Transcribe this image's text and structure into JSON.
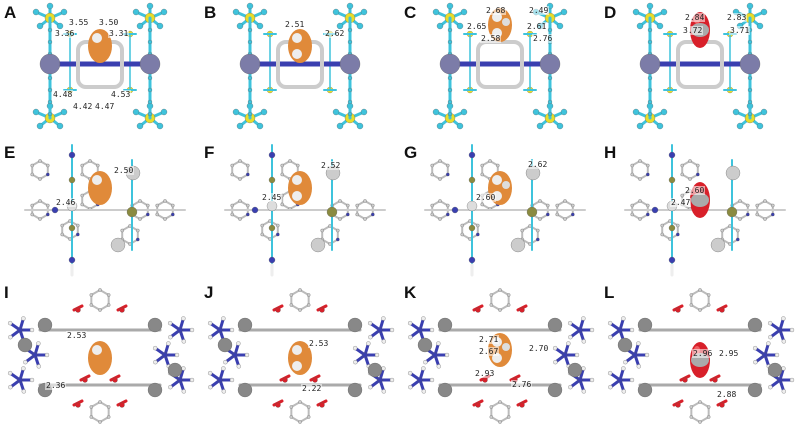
{
  "panels": [
    {
      "label": "A",
      "view": "top",
      "guest": "acetylene",
      "distances": [
        "3.55",
        "3.50",
        "3.36",
        "3.31",
        "4.48",
        "4.42",
        "4.53",
        "4.47"
      ]
    },
    {
      "label": "B",
      "view": "top",
      "guest": "ethylene",
      "distances": [
        "2.51",
        "2.62"
      ]
    },
    {
      "label": "C",
      "view": "top",
      "guest": "ethane",
      "distances": [
        "2.68",
        "2.49",
        "2.65",
        "2.58",
        "2.61",
        "2.76"
      ]
    },
    {
      "label": "D",
      "view": "top",
      "guest": "co2",
      "distances": [
        "2.84",
        "2.83",
        "3.72",
        "3.71"
      ]
    },
    {
      "label": "E",
      "view": "side",
      "guest": "acetylene",
      "distances": [
        "2.50",
        "2.46"
      ]
    },
    {
      "label": "F",
      "view": "side",
      "guest": "ethylene",
      "distances": [
        "2.52",
        "2.45"
      ]
    },
    {
      "label": "G",
      "view": "side",
      "guest": "ethane",
      "distances": [
        "2.62",
        "2.60"
      ]
    },
    {
      "label": "H",
      "view": "side",
      "guest": "co2",
      "distances": [
        "2.60",
        "2.47"
      ]
    },
    {
      "label": "I",
      "view": "cage",
      "guest": "acetylene",
      "distances": [
        "2.53",
        "2.36"
      ]
    },
    {
      "label": "J",
      "view": "cage",
      "guest": "ethylene",
      "distances": [
        "2.53",
        "2.22"
      ]
    },
    {
      "label": "K",
      "view": "cage",
      "guest": "ethane",
      "distances": [
        "2.71",
        "2.67",
        "2.70",
        "2.93",
        "2.76"
      ]
    },
    {
      "label": "L",
      "view": "cage",
      "guest": "co2",
      "distances": [
        "2.96",
        "2.95",
        "2.88"
      ]
    }
  ],
  "colors": {
    "cyan": "#3ec3dc",
    "yellow": "#e8dc2a",
    "metal": "#7c7ca8",
    "nitrogen": "#3a3fb0",
    "carbon": "#9a9a9a",
    "hydrogen": "#f2f2f2",
    "oxygen": "#d8202a",
    "guest": "#e08a3a"
  }
}
